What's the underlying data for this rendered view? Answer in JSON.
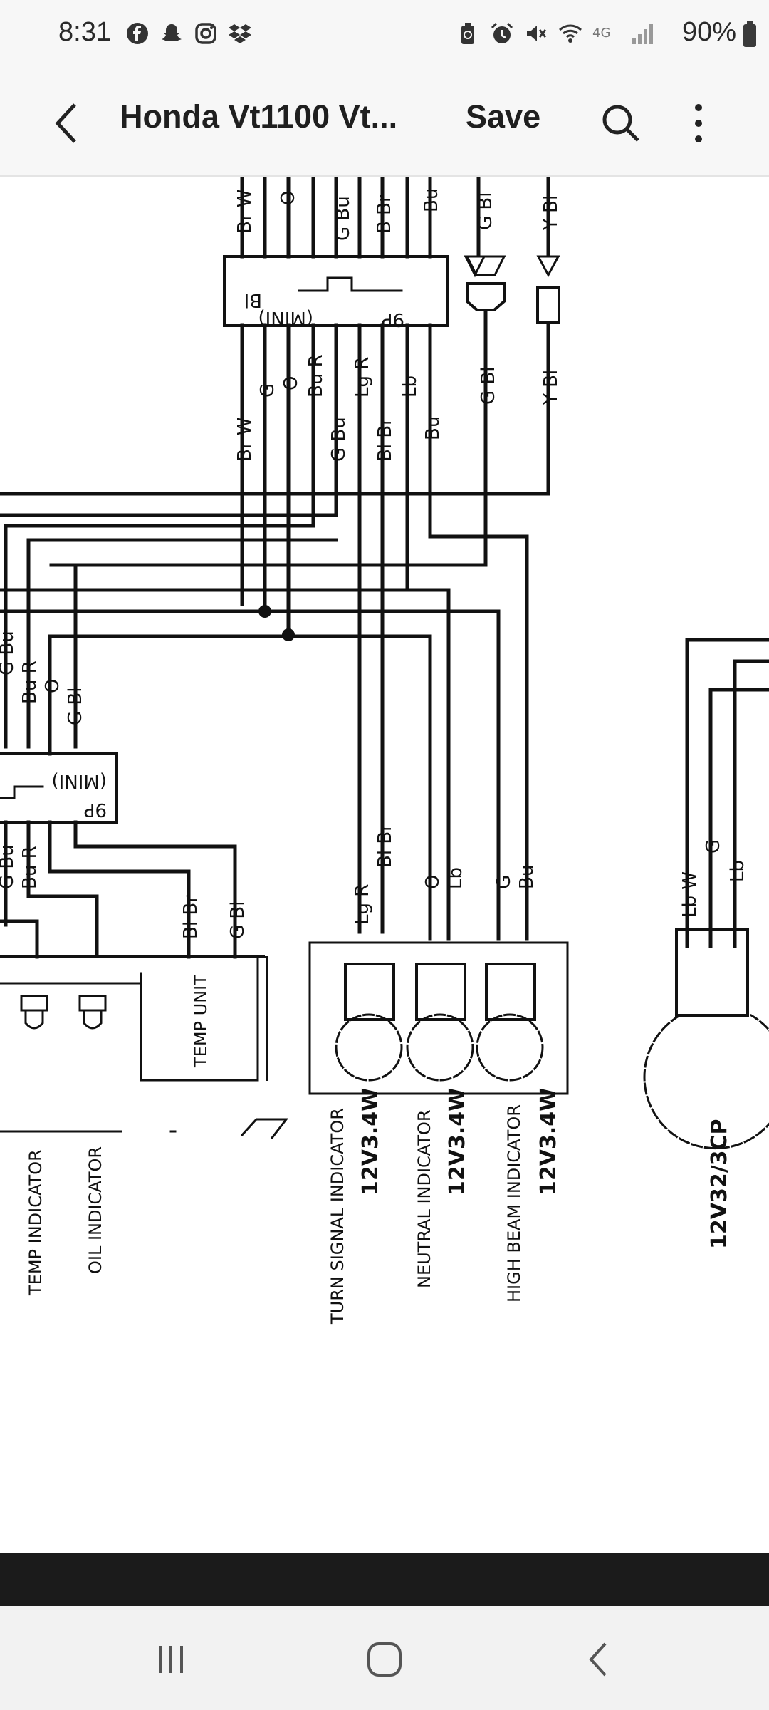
{
  "status_bar": {
    "time": "8:31",
    "left_icons": [
      "facebook-icon",
      "snapchat-icon",
      "instagram-icon",
      "dropbox-icon"
    ],
    "right_icons": [
      "battery-saver-icon",
      "alarm-icon",
      "mute-icon",
      "wifi-icon",
      "lte-icon",
      "signal-icon"
    ],
    "network": "4G",
    "battery": "90%"
  },
  "app_bar": {
    "title": "Honda Vt1100 Vt...",
    "save_label": "Save"
  },
  "diagram": {
    "connector_top": {
      "label_left": "Bl",
      "mini": "(MINI)",
      "pins": "9P"
    },
    "connector_mid": {
      "mini": "(MINI)",
      "pins": "9P"
    },
    "top_wires": [
      "Br W",
      "O",
      "G Bu",
      "B Br",
      "Bu",
      "G Bl",
      "Y Bl"
    ],
    "under_connector_top": [
      "Br W",
      "G",
      "O",
      "Bu R",
      "Lg R",
      "Bl Br",
      "Lb",
      "Bu",
      "G Bl",
      "Y Bl"
    ],
    "under_connector_top_lower": [
      "G Bu",
      "Bl Br"
    ],
    "left_wires_upper": [
      "G Bu",
      "Bu R",
      "O",
      "G Bl"
    ],
    "left_wires_lower": [
      "G Bu",
      "Bu R"
    ],
    "temp_unit_wires": [
      "Bl Br",
      "G Bl"
    ],
    "temp_unit_label": "TEMP UNIT",
    "bulb_wires": {
      "turn": [
        "Lg R",
        "Bl Br"
      ],
      "neutral": [
        "O",
        "Lb"
      ],
      "high": [
        "G",
        "Bu"
      ],
      "right": [
        "Lb W",
        "G",
        "Lb"
      ]
    },
    "captions": {
      "temp_indicator": "TEMP INDICATOR",
      "oil_indicator": "OIL INDICATOR",
      "turn_indicator": "TURN SIGNAL INDICATOR",
      "turn_rating": "12V3.4W",
      "neutral_indicator": "NEUTRAL INDICATOR",
      "neutral_rating": "12V3.4W",
      "high_indicator": "HIGH BEAM INDICATOR",
      "high_rating": "12V3.4W",
      "right_rating": "12V32/3CP"
    }
  },
  "nav_bar": {
    "icons": [
      "recent-apps-icon",
      "home-icon",
      "back-icon"
    ]
  }
}
